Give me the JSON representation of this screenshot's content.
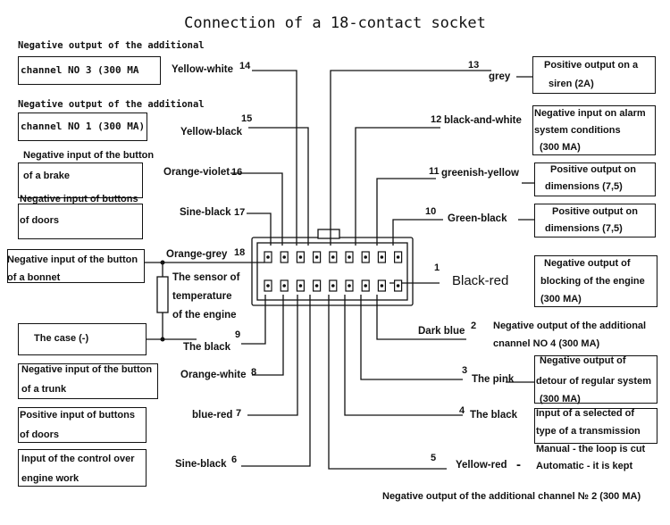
{
  "title": "Connection of a 18-contact socket",
  "left": [
    {
      "pin": "14",
      "wire": "Yellow-white",
      "lines": [
        "Negative output of the additional",
        "channel NO 3 (300 MA"
      ],
      "mono": true
    },
    {
      "pin": "15",
      "wire": "Yellow-black",
      "lines": [
        "Negative output of the additional",
        "channel NO 1 (300 MA)"
      ],
      "mono": true
    },
    {
      "pin": "16",
      "wire": "Orange-violet",
      "lines": [
        "Negative input of the button",
        "of a brake"
      ]
    },
    {
      "pin": "17",
      "wire": "Sine-black",
      "lines": [
        "Negative input of buttons",
        "of doors"
      ]
    },
    {
      "pin": "18",
      "wire": "Orange-grey",
      "lines": [
        "Negative input of the button",
        "of a bonnet"
      ]
    },
    {
      "pin": "9",
      "wire": "The black",
      "lines": [
        "The case (-)"
      ]
    },
    {
      "pin": "8",
      "wire": "Orange-white",
      "lines": [
        "Negative input of the button",
        "of a trunk"
      ]
    },
    {
      "pin": "7",
      "wire": "blue-red",
      "lines": [
        "Positive input of buttons",
        "of doors"
      ]
    },
    {
      "pin": "6",
      "wire": "Sine-black",
      "lines": [
        "Input of the control over",
        "engine work"
      ]
    }
  ],
  "right": [
    {
      "pin": "13",
      "wire": "grey",
      "lines": [
        "Positive output on a",
        "siren (2A)"
      ]
    },
    {
      "pin": "12",
      "wire": "black-and-white",
      "lines": [
        "Negative input on alarm",
        "system conditions",
        "(300 MA)"
      ]
    },
    {
      "pin": "11",
      "wire": "greenish-yellow",
      "lines": [
        "Positive output on",
        "dimensions (7,5)"
      ]
    },
    {
      "pin": "10",
      "wire": "Green-black",
      "lines": [
        "Positive output on",
        "dimensions (7,5)"
      ]
    },
    {
      "pin": "1",
      "wire": "Black-red",
      "lines": [
        "Negative output of",
        "blocking of the engine",
        "(300 MA)"
      ]
    },
    {
      "pin": "2",
      "wire": "Dark blue",
      "lines": [
        "Negative output of the additional",
        "cnannel NO 4 (300 MA)"
      ]
    },
    {
      "pin": "3",
      "wire": "The pink",
      "lines": [
        "Negative output of",
        "detour of regular system",
        "(300 MA)"
      ]
    },
    {
      "pin": "4",
      "wire": "The black",
      "lines": [
        "Input of a selected of",
        "type of a transmission",
        "Manual - the loop is cut",
        "Automatic - it is kept"
      ]
    },
    {
      "pin": "5",
      "wire": "Yellow-red",
      "lines": [
        "Negative output of the additional channel № 2 (300 MA)"
      ]
    }
  ],
  "sensor": [
    "The sensor of",
    "temperature",
    "of the engine"
  ],
  "dash": "-"
}
